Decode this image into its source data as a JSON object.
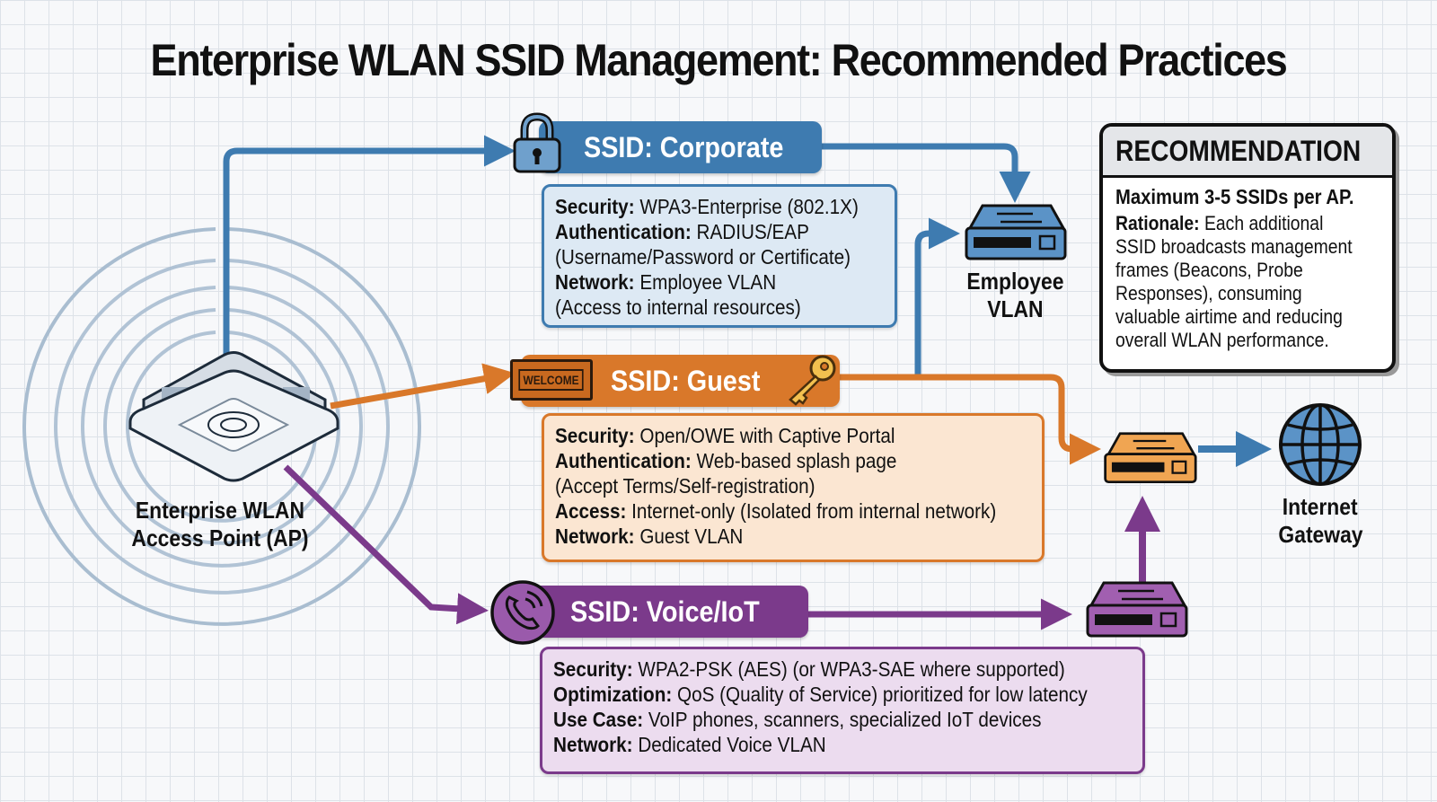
{
  "title": "Enterprise WLAN SSID Management: Recommended Practices",
  "access_point": {
    "label_line1": "Enterprise WLAN",
    "label_line2": "Access Point (AP)",
    "icon": "wireless-access-point-icon"
  },
  "ssids": {
    "corporate": {
      "header": "SSID: Corporate",
      "icon": "padlock-icon",
      "color": "#3e7bb0",
      "details": [
        {
          "key": "Security:",
          "value": " WPA3-Enterprise (802.1X)"
        },
        {
          "key": "Authentication:",
          "value": " RADIUS/EAP"
        },
        {
          "key": "",
          "value": "(Username/Password or Certificate)"
        },
        {
          "key": "Network:",
          "value": " Employee VLAN"
        },
        {
          "key": "",
          "value": "(Access to internal resources)"
        }
      ]
    },
    "guest": {
      "header": "SSID: Guest",
      "icon": "welcome-ticket-icon",
      "icon_text": "WELCOME",
      "icon2": "key-icon",
      "color": "#d9782a",
      "details": [
        {
          "key": "Security:",
          "value": " Open/OWE with Captive Portal"
        },
        {
          "key": "Authentication:",
          "value": " Web-based splash page"
        },
        {
          "key": "",
          "value": "(Accept Terms/Self-registration)"
        },
        {
          "key": "Access:",
          "value": " Internet-only (Isolated from internal network)"
        },
        {
          "key": "Network:",
          "value": " Guest VLAN"
        }
      ]
    },
    "voice": {
      "header": "SSID: Voice/IoT",
      "icon": "phone-icon",
      "color": "#7b3a8b",
      "details": [
        {
          "key": "Security:",
          "value": " WPA2-PSK (AES) (or WPA3-SAE where supported)"
        },
        {
          "key": "Optimization:",
          "value": " QoS (Quality of Service) prioritized for low latency"
        },
        {
          "key": "Use Case:",
          "value": " VoIP phones, scanners, specialized IoT devices"
        },
        {
          "key": "Network:",
          "value": " Dedicated Voice VLAN"
        }
      ]
    }
  },
  "nodes": {
    "employee_vlan": {
      "line1": "Employee",
      "line2": "VLAN",
      "icon": "switch-icon",
      "color": "#5b93c7"
    },
    "guest_switch": {
      "icon": "switch-icon",
      "color": "#f0a552"
    },
    "voice_switch": {
      "icon": "switch-icon",
      "color": "#a15fb0"
    },
    "internet_gateway": {
      "line1": "Internet",
      "line2": "Gateway",
      "icon": "globe-icon",
      "color": "#5b93c7"
    }
  },
  "recommendation": {
    "heading": "RECOMMENDATION",
    "maximum": "Maximum 3-5 SSIDs per AP.",
    "rationale_key": "Rationale:",
    "rationale_lines": [
      " Each additional",
      "SSID broadcasts management",
      "frames (Beacons, Probe",
      "Responses), consuming",
      "valuable airtime and reducing",
      "overall WLAN performance."
    ]
  }
}
